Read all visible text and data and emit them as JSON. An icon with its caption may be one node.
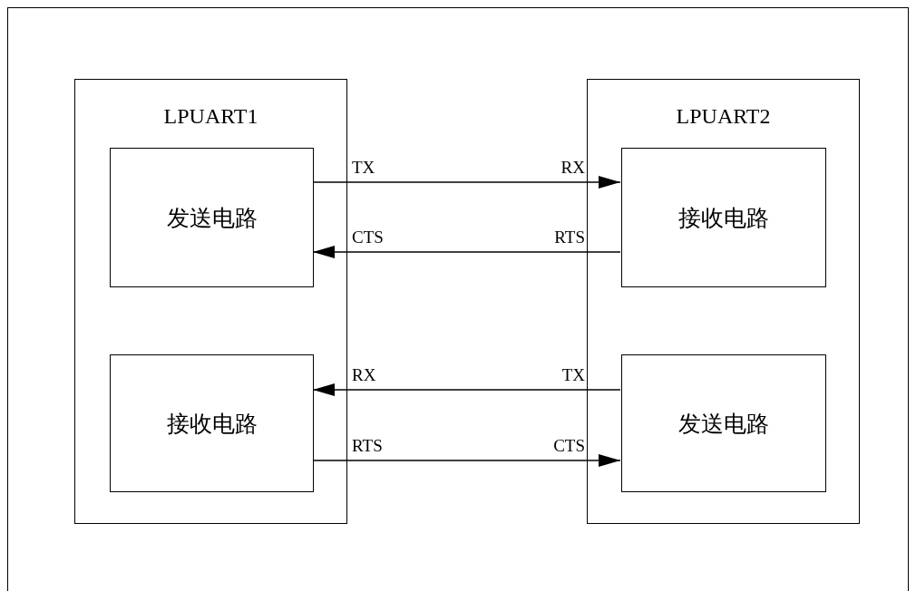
{
  "diagram": {
    "nodes": [
      {
        "text": [
          "LPUART1"
        ]
      },
      {
        "text": [
          "发送电路"
        ],
        "in": 0
      },
      {
        "text": [
          "接收电路"
        ],
        "in": 0
      },
      {
        "text": [
          "LPUART2"
        ]
      },
      {
        "text": [
          "接收电路"
        ],
        "in": 3
      },
      {
        "text": [
          "发送电路"
        ],
        "in": 3
      }
    ],
    "edges": [
      {
        "from": 1,
        "to": 4,
        "arrow": "to"
      },
      {
        "from": 4,
        "to": 1,
        "arrow": "to"
      },
      {
        "from": 5,
        "to": 2,
        "arrow": "to"
      },
      {
        "from": 2,
        "to": 5,
        "arrow": "to"
      }
    ],
    "labels": [
      "TX",
      "RX",
      "CTS",
      "RTS",
      "RX",
      "TX",
      "RTS",
      "CTS"
    ]
  }
}
